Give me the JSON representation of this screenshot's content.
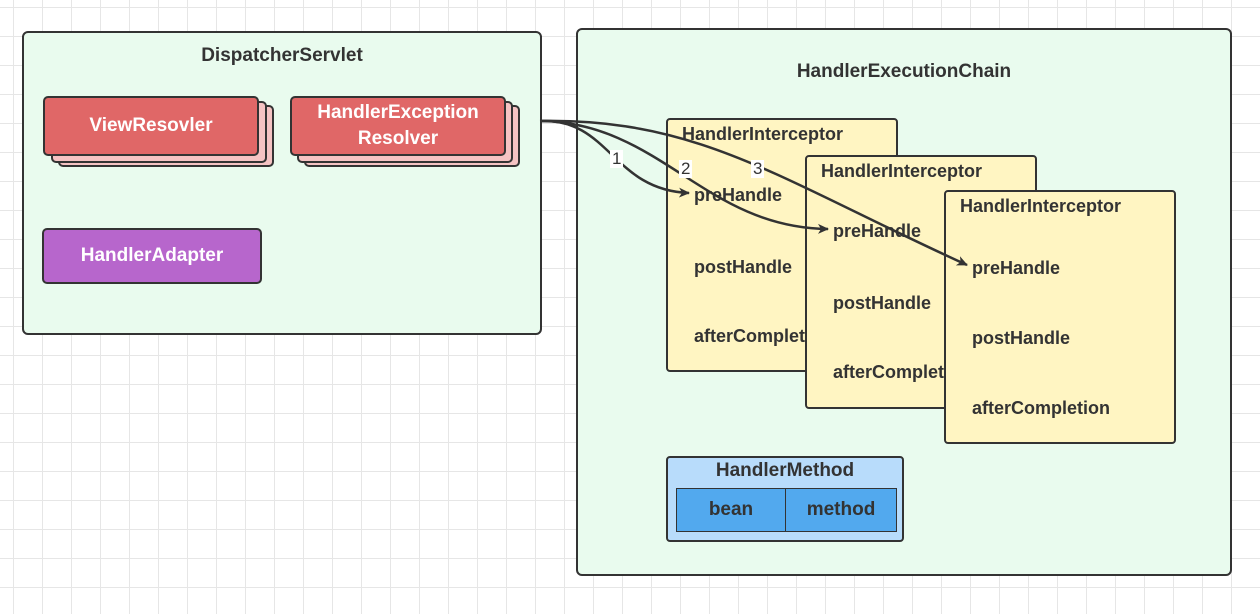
{
  "dispatcher": {
    "title": "DispatcherServlet",
    "view_resolver": "ViewResovler",
    "exception_resolver_line1": "HandlerException",
    "exception_resolver_line2": "Resolver",
    "handler_adapter": "HandlerAdapter"
  },
  "chain": {
    "title": "HandlerExecutionChain",
    "interceptors": [
      {
        "title": "HandlerInterceptor",
        "pre": "preHandle",
        "post": "postHandle",
        "after": "afterCompletion"
      },
      {
        "title": "HandlerInterceptor",
        "pre": "preHandle",
        "post": "postHandle",
        "after": "afterCompletion"
      },
      {
        "title": "HandlerInterceptor",
        "pre": "preHandle",
        "post": "postHandle",
        "after": "afterCompletion"
      }
    ],
    "handler_method": {
      "title": "HandlerMethod",
      "bean": "bean",
      "method": "method"
    }
  },
  "arrows": {
    "step1": "1",
    "step2": "2",
    "step3": "3"
  },
  "colors": {
    "panel_bg": "#e9fbee",
    "resolver_red": "#e06767",
    "adapter_purple": "#b766cc",
    "interceptor_yellow": "#fff5c2",
    "handler_method_blue": "#b8dcfb",
    "cell_blue": "#52a9ee"
  }
}
